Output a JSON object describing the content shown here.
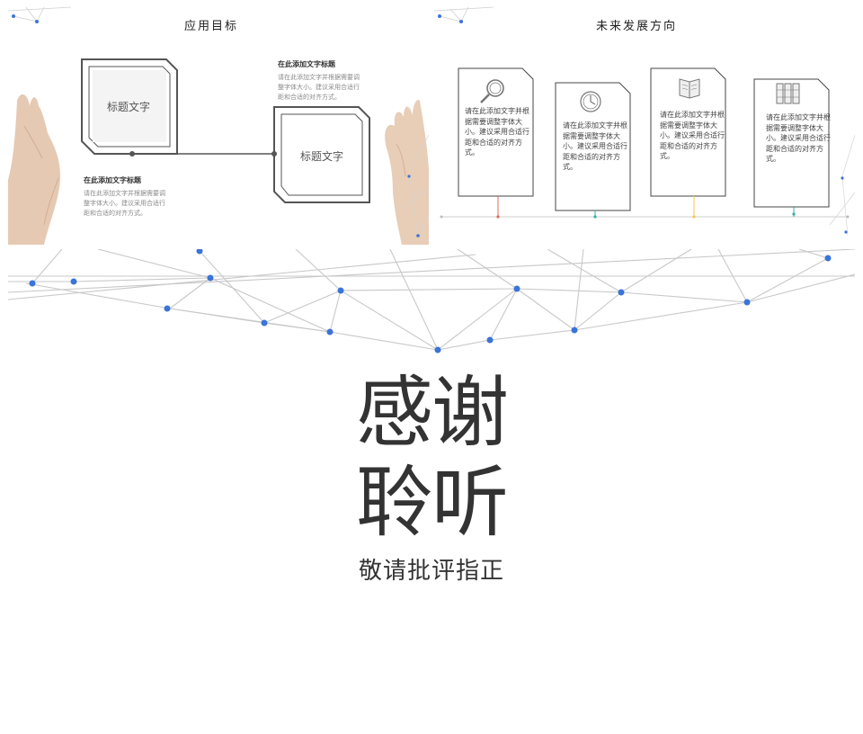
{
  "slide1": {
    "title": "应用目标",
    "box1_label": "标题文字",
    "box2_label": "标题文字",
    "upper_heading": "在此添加文字标题",
    "upper_body": [
      "请在此添加文字并根据需要调",
      "整字体大小。建议采用合适行",
      "距和合适的对齐方式。"
    ],
    "lower_heading": "在此添加文字标题",
    "lower_body": [
      "请在此添加文字并根据需要调",
      "整字体大小。建议采用合适行",
      "距和合适的对齐方式。"
    ]
  },
  "slide2": {
    "title": "未来发展方向",
    "cards": [
      {
        "icon": "magnifier-icon",
        "text": "请在此添加文字并根据需要调整字体大小。建议采用合适行距和合适的对齐方式。",
        "color": "#e06b5a"
      },
      {
        "icon": "clock-icon",
        "text": "请在此添加文字并根据需要调整字体大小。建议采用合适行距和合适的对齐方式。",
        "color": "#2bb3a0"
      },
      {
        "icon": "book-icon",
        "text": "请在此添加文字并根据需要调整字体大小。建议采用合适行距和合适的对齐方式。",
        "color": "#f2c84b"
      },
      {
        "icon": "binders-icon",
        "text": "请在此添加文字并根据需要调整字体大小。建议采用合适行距和合适的对齐方式。",
        "color": "#2bb3a0"
      }
    ]
  },
  "slide3": {
    "line1": "感谢",
    "line2": "聆听",
    "subtitle": "敬请批评指正",
    "accent": "#3a74d8"
  }
}
